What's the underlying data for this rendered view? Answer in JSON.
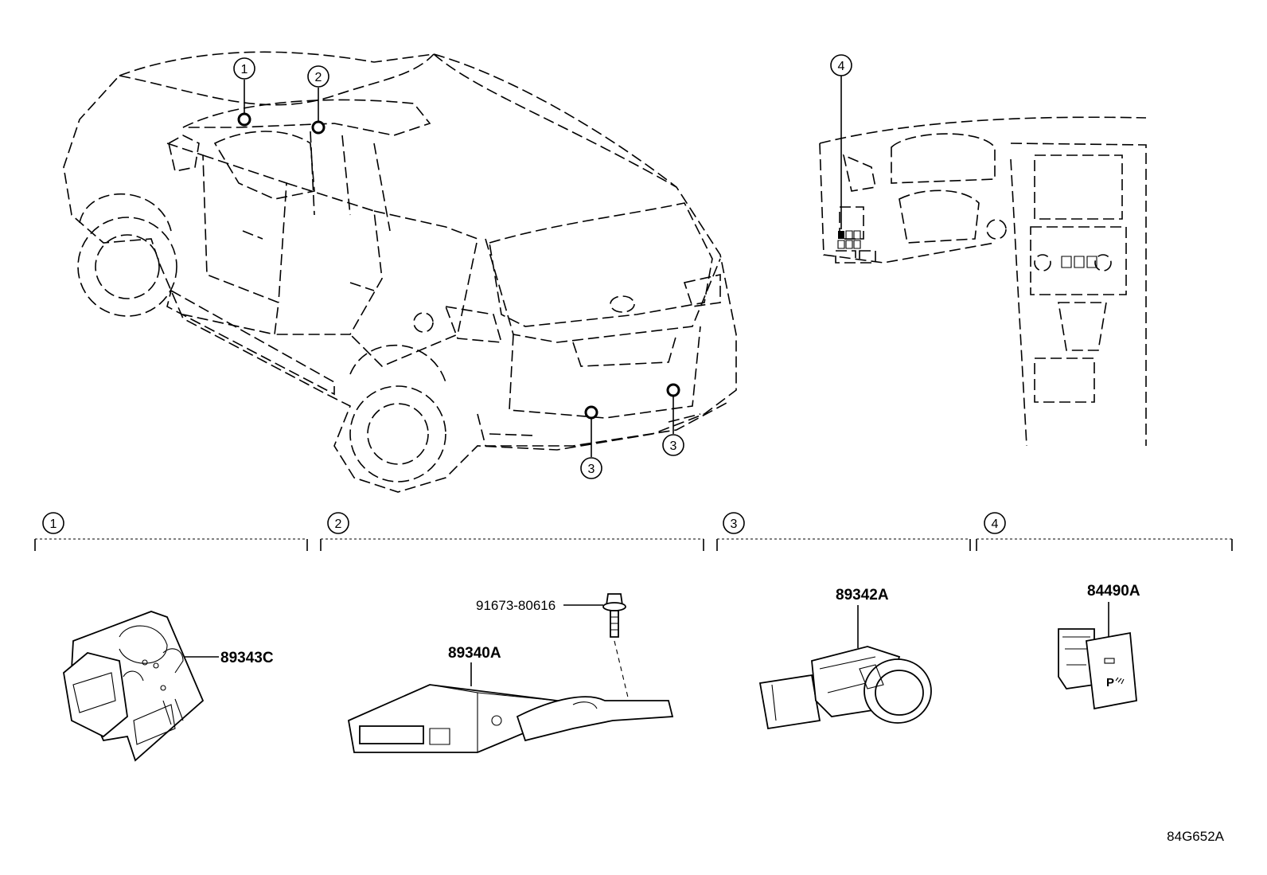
{
  "callouts": [
    "1",
    "2",
    "3",
    "3",
    "4"
  ],
  "sections": [
    {
      "number": "1"
    },
    {
      "number": "2"
    },
    {
      "number": "3"
    },
    {
      "number": "4"
    }
  ],
  "parts": {
    "p1": "89343C",
    "p2_module": "89340A",
    "p2_bolt": "91673-80616",
    "p3": "89342A",
    "p4": "84490A"
  },
  "diagram_code": "84G652A"
}
